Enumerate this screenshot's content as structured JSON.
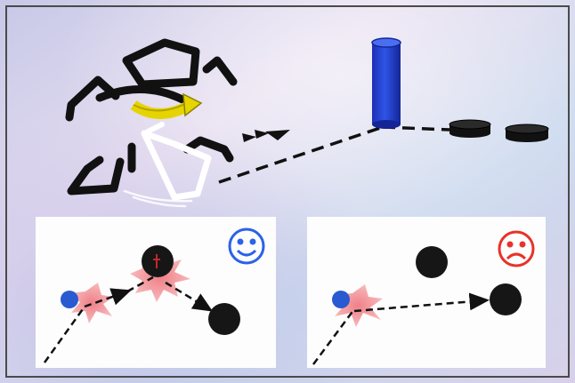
{
  "figure": {
    "background_gradient": [
      "#c9cbe6",
      "#e2dbef",
      "#cfe0ef",
      "#d6d1ea"
    ],
    "border_color": "#4a4a4a"
  },
  "top_scene": {
    "robot_color": "#111111",
    "yellow_rotation_arrow_color": "#e8d800",
    "ghost_leg_color": "#ffffff",
    "obstacles": [
      {
        "name": "blue-cylinder-post",
        "color": "#1f3fd6"
      },
      {
        "name": "black-disc-marker-1",
        "color": "#111111"
      },
      {
        "name": "black-disc-marker-2",
        "color": "#111111"
      }
    ],
    "path_style": "dashed"
  },
  "panels": [
    {
      "id": "good",
      "face_icon": "smiley-face-icon",
      "face_color": "#2a62e8",
      "start_dot_color": "#2a5ad0",
      "impact_color": "#f4a0a4",
      "obstacles": 2,
      "path_style": "dashed"
    },
    {
      "id": "bad",
      "face_icon": "sad-face-icon",
      "face_color": "#e8322a",
      "start_dot_color": "#2a5ad0",
      "impact_color": "#f4a0a4",
      "obstacles": 2,
      "path_style": "dashed"
    }
  ]
}
